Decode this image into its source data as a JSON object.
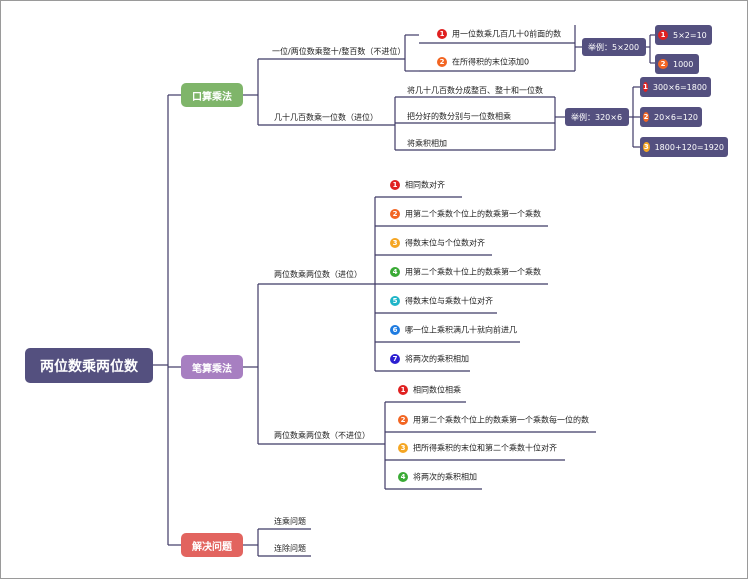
{
  "root": "两位数乘两位数",
  "categories": {
    "oral": "口算乘法",
    "written": "笔算乘法",
    "problem": "解决问题"
  },
  "oral": {
    "branch1": {
      "label": "一位/两位数乘整十/整百数（不进位）",
      "steps": [
        "用一位数乘几百几十0前面的数",
        "在所得积的末位添加0"
      ],
      "step_numbers": [
        "1",
        "2"
      ],
      "example": "举例：5×200",
      "results": [
        "5×2=10",
        "1000"
      ],
      "result_numbers": [
        "1",
        "2"
      ]
    },
    "branch2": {
      "label": "几十几百数乘一位数（进位）",
      "steps": [
        "将几十几百数分成整百、整十和一位数",
        "把分好的数分别与一位数相乘",
        "将乘积相加"
      ],
      "example": "举例：320×6",
      "results": [
        "300×6=1800",
        "20×6=120",
        "1800+120=1920"
      ],
      "result_numbers": [
        "1",
        "2",
        "3"
      ]
    }
  },
  "written": {
    "branch1": {
      "label": "两位数乘两位数（进位）",
      "steps": [
        "相同数对齐",
        "用第二个乘数个位上的数乘第一个乘数",
        "得数末位与个位数对齐",
        "用第二个乘数十位上的数乘第一个乘数",
        "得数末位与乘数十位对齐",
        "哪一位上乘积满几十就向前进几",
        "将两次的乘积相加"
      ],
      "step_numbers": [
        "1",
        "2",
        "3",
        "4",
        "5",
        "6",
        "7"
      ]
    },
    "branch2": {
      "label": "两位数乘两位数（不进位）",
      "steps": [
        "相同数位相乘",
        "用第二个乘数个位上的数乘第一个乘数每一位的数",
        "把所得乘积的末位和第二个乘数十位对齐",
        "将两次的乘积相加"
      ],
      "step_numbers": [
        "1",
        "2",
        "3",
        "4"
      ]
    }
  },
  "problem": {
    "items": [
      "连乘问题",
      "连除问题"
    ]
  },
  "colors": {
    "root": "#54507f",
    "oral": "#7fb56a",
    "written": "#a77fc1",
    "problem": "#e2645f",
    "line": "#3f3a66",
    "badges": [
      "#e02020",
      "#f26522",
      "#f5a623",
      "#3aaa35",
      "#1fb5c8",
      "#1e7be0",
      "#2c1fd1"
    ]
  }
}
